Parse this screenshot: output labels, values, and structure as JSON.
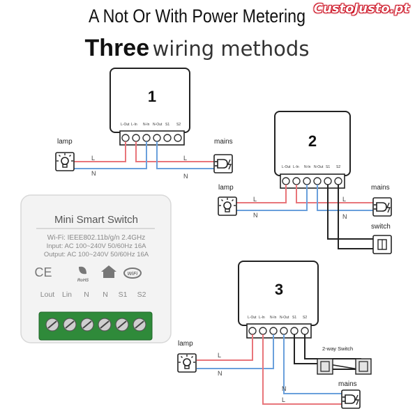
{
  "watermark": "CustoJusto.pt",
  "title_line1": "A Not Or With Power Metering",
  "title_line2_bold": "Three",
  "title_line2_regular": "wiring methods",
  "terminal_labels": [
    "L-Out",
    "L-In",
    "N-In",
    "N-Out",
    "S1",
    "S2"
  ],
  "wire_labels": {
    "live": "L",
    "neutral": "N"
  },
  "device_labels": {
    "lamp": "lamp",
    "mains": "mains",
    "switch": "switch",
    "two_way_switch": "2-way Switch"
  },
  "diagram_numbers": [
    "1",
    "2",
    "3"
  ],
  "product": {
    "title": "Mini  Smart Switch",
    "wifi": "Wi-Fi: IEEE802.11b/g/n 2.4GHz",
    "input": "Input:  AC 100~240V 50/60Hz 16A",
    "output": "Output:  AC 100~240V 50/60Hz 16A",
    "ce": "CE",
    "rohs": "RoHS",
    "wifi_logo": "WiFi",
    "terminal_labels": [
      "Lout",
      "Lin",
      "N",
      "N",
      "S1",
      "S2"
    ]
  },
  "colors": {
    "live_wire": "#e8757a",
    "neutral_wire": "#6aa0dc",
    "switch_wire": "#222222",
    "terminal_green": "#2f8a3a",
    "text_gray": "#888888"
  }
}
